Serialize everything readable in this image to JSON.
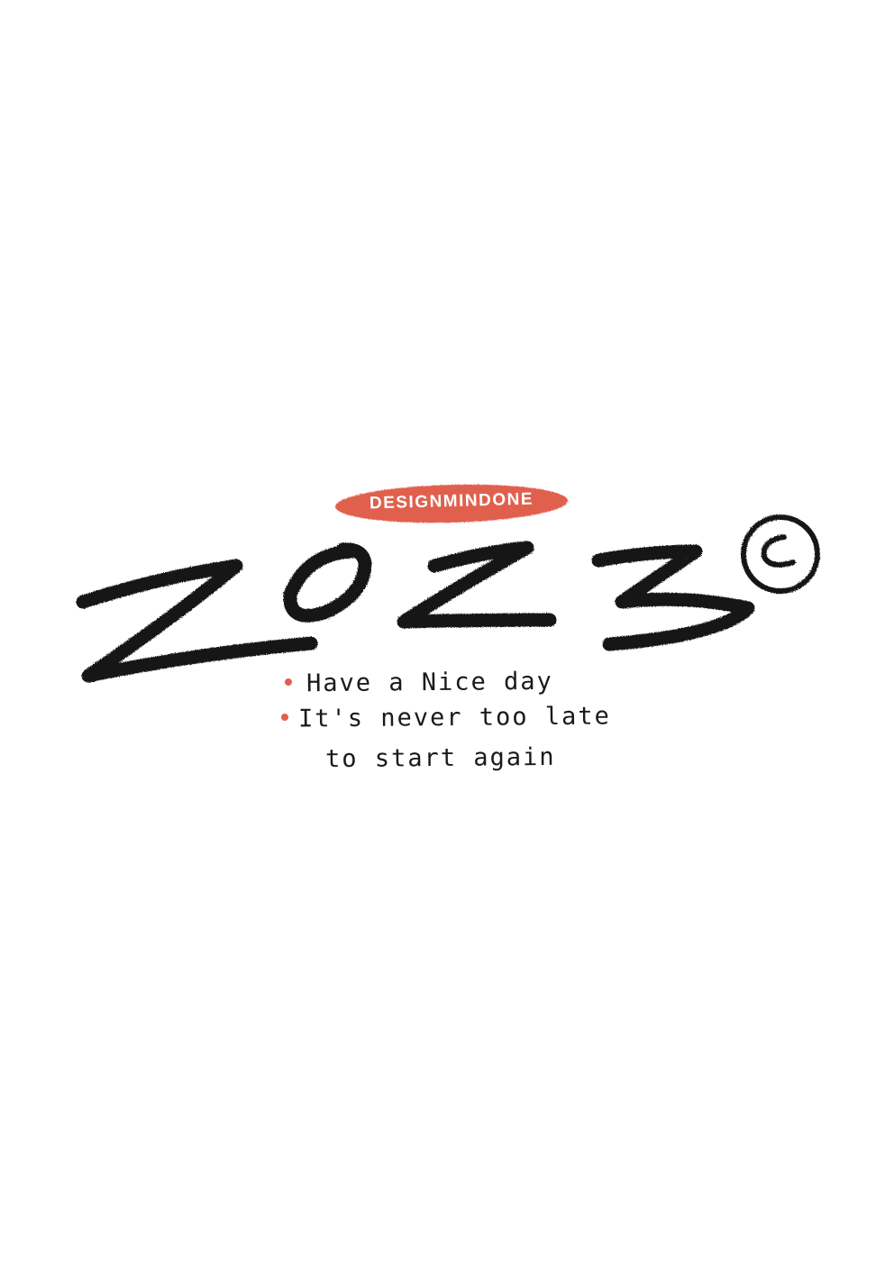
{
  "badge": {
    "text": "DESIGNMINDONE"
  },
  "headline": {
    "year": "2023",
    "mark": "©"
  },
  "bullets": [
    {
      "text": "Have a Nice day"
    },
    {
      "text": "It's never too late"
    }
  ],
  "continuation": "to start again",
  "colors": {
    "accent": "#e0604e",
    "ink": "#141414",
    "background": "#ffffff"
  }
}
